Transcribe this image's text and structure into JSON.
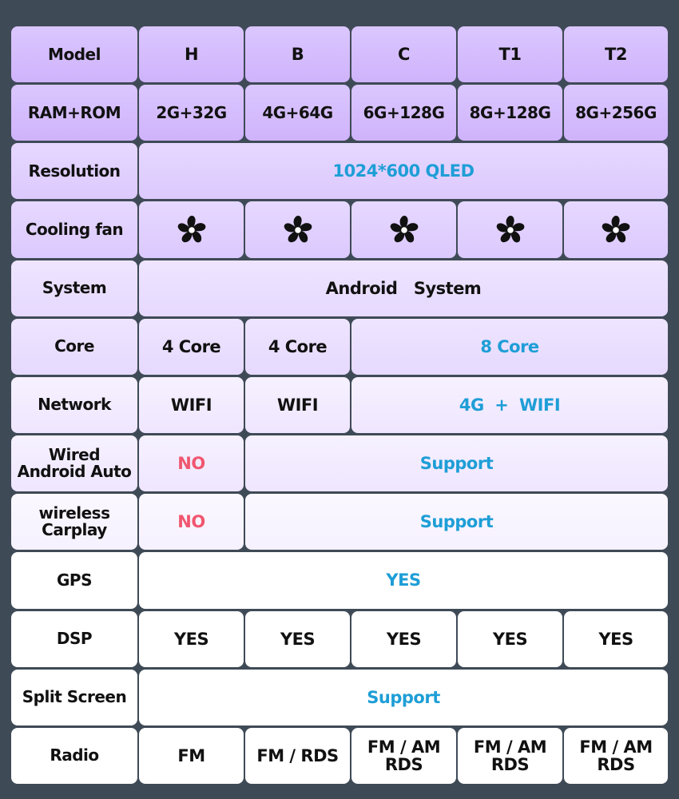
{
  "header": {
    "label": "Model",
    "models": [
      "H",
      "B",
      "C",
      "T1",
      "T2"
    ]
  },
  "ram_rom": {
    "label": "RAM+ROM",
    "values": [
      "2G+32G",
      "4G+64G",
      "6G+128G",
      "8G+128G",
      "8G+256G"
    ]
  },
  "resolution": {
    "label": "Resolution",
    "value": "1024*600 QLED"
  },
  "cooling_fan": {
    "label": "Cooling fan",
    "icon": "fan-icon"
  },
  "system": {
    "label": "System",
    "value": "Android   System"
  },
  "core": {
    "label": "Core",
    "values": [
      "4 Core",
      "4 Core",
      "8 Core"
    ]
  },
  "network": {
    "label": "Network",
    "values": [
      "WIFI",
      "WIFI",
      "4G  +  WIFI"
    ]
  },
  "wired_android_auto": {
    "label_line1": "Wired",
    "label_line2": "Android Auto",
    "values": [
      "NO",
      "Support"
    ]
  },
  "wireless_carplay": {
    "label_line1": "wireless",
    "label_line2": "Carplay",
    "values": [
      "NO",
      "Support"
    ]
  },
  "gps": {
    "label": "GPS",
    "value": "YES"
  },
  "dsp": {
    "label": "DSP",
    "values": [
      "YES",
      "YES",
      "YES",
      "YES",
      "YES"
    ]
  },
  "split_screen": {
    "label": "Split Screen",
    "value": "Support"
  },
  "radio": {
    "label": "Radio",
    "values": [
      "FM",
      "FM / RDS",
      "FM / AM",
      "RDS",
      "FM / AM",
      "RDS",
      "FM / AM",
      "RDS"
    ]
  },
  "colors": {
    "background": "#3f4a57",
    "highlight_blue": "#1e9ed6",
    "no_red": "#f0566f"
  }
}
